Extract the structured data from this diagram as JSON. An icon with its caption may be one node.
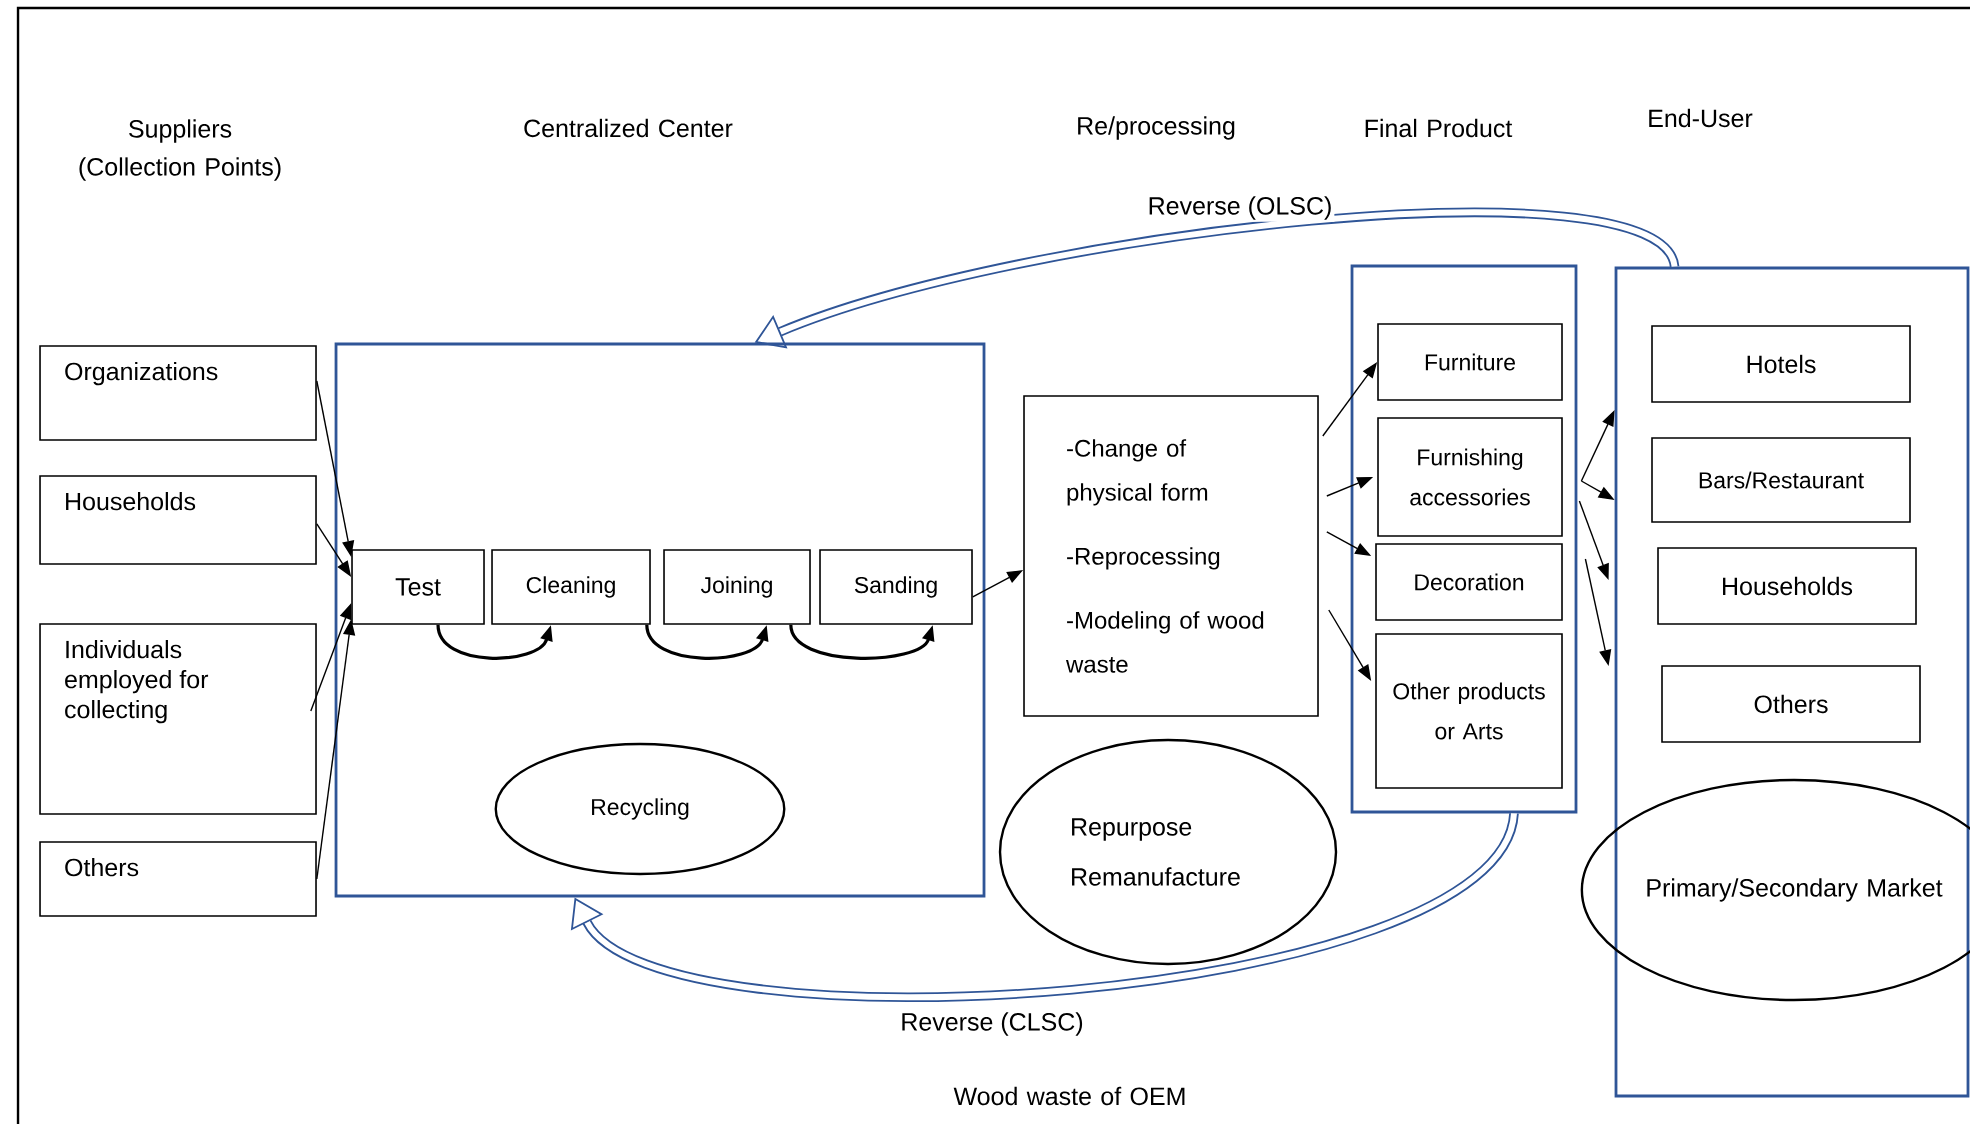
{
  "diagram": {
    "nodes": [
      {
        "text": [
          "Organizations"
        ]
      },
      {
        "text": [
          "Households"
        ]
      },
      {
        "text": [
          "Individuals employed for collecting"
        ]
      },
      {
        "text": [
          "Others"
        ]
      },
      {
        "text": [],
        "shape": "box"
      },
      {
        "text": [
          "Test"
        ],
        "in": 4
      },
      {
        "text": [
          "Cleaning"
        ],
        "in": 4
      },
      {
        "text": [
          "Joining"
        ],
        "in": 4
      },
      {
        "text": [
          "Sanding"
        ],
        "in": 4
      },
      {
        "text": [
          "Recycling"
        ],
        "in": 4
      },
      {
        "text": [
          "-Change of physical form",
          "-Reprocessing",
          "-Modeling of wood waste"
        ]
      },
      {
        "text": [
          "Repurpose",
          "Remanufacture"
        ]
      },
      {
        "text": [],
        "shape": "box"
      },
      {
        "text": [
          "Furniture"
        ],
        "in": 12
      },
      {
        "text": [
          "Furnishing accessories"
        ],
        "in": 12
      },
      {
        "text": [
          "Decoration"
        ],
        "in": 12
      },
      {
        "text": [
          "Other products or Arts"
        ],
        "in": 12
      },
      {
        "text": [],
        "shape": "box"
      },
      {
        "text": [
          "Hotels"
        ],
        "in": 17
      },
      {
        "text": [
          "Bars/Restaurant"
        ],
        "in": 17
      },
      {
        "text": [
          "Households"
        ],
        "in": 17
      },
      {
        "text": [
          "Others"
        ],
        "in": 17
      },
      {
        "text": [
          "Primary/Secondary Market"
        ],
        "in": 17
      }
    ],
    "edges": [
      {
        "from": 0,
        "to": 5,
        "arrow": "to"
      },
      {
        "from": 1,
        "to": 5,
        "arrow": "to"
      },
      {
        "from": 2,
        "to": 5,
        "arrow": "to"
      },
      {
        "from": 3,
        "to": 5,
        "arrow": "to"
      },
      {
        "from": 5,
        "to": 6,
        "arrow": "to"
      },
      {
        "from": 6,
        "to": 7,
        "arrow": "to"
      },
      {
        "from": 7,
        "to": 8,
        "arrow": "to"
      },
      {
        "from": 8,
        "to": 10,
        "arrow": "to"
      },
      {
        "from": 10,
        "to": 13,
        "arrow": "to"
      },
      {
        "from": 10,
        "to": 14,
        "arrow": "to"
      },
      {
        "from": 10,
        "to": 15,
        "arrow": "to"
      },
      {
        "from": 10,
        "to": 16,
        "arrow": "to"
      },
      {
        "from": 12,
        "to": 17,
        "arrow": "to"
      },
      {
        "from": 12,
        "to": 17,
        "arrow": "to"
      },
      {
        "from": 12,
        "to": 17,
        "arrow": "to"
      },
      {
        "from": 12,
        "to": 17,
        "arrow": "to"
      },
      {
        "from": 17,
        "to": 4,
        "arrow": "to",
        "label": "Reverse (OLSC)",
        "style": "thick",
        "color": "#2f5597"
      },
      {
        "from": 12,
        "to": 4,
        "arrow": "to",
        "label": "Reverse (CLSC)",
        "style": "thick",
        "color": "#2f5597"
      }
    ],
    "labels": [
      "Suppliers (Collection Points)",
      "Centralized Center",
      "Re/processing",
      "Final Product",
      "End-User",
      "Wood waste of OEM"
    ]
  }
}
